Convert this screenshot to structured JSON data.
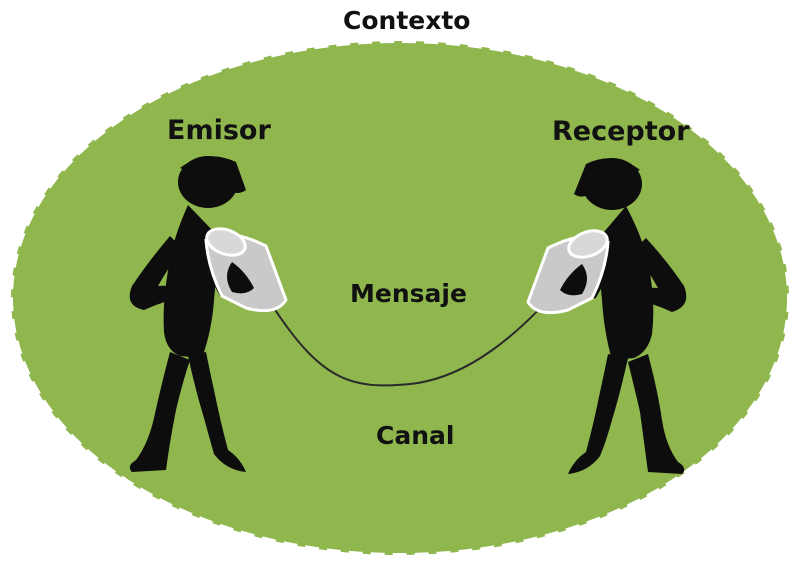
{
  "diagram": {
    "context_label": "Contexto",
    "sender_label": "Emisor",
    "receiver_label": "Receptor",
    "message_label": "Mensaje",
    "channel_label": "Canal"
  },
  "colors": {
    "field_fill": "#8fb74e",
    "field_border": "#ffffff",
    "figure": "#0d0d0d",
    "can_fill": "#c9c9c9",
    "can_stroke": "#ffffff",
    "string": "#2a2a2a"
  },
  "icons": {
    "sender": "person-holding-can-icon",
    "receiver": "person-holding-can-icon",
    "channel": "string-telephone-icon"
  }
}
